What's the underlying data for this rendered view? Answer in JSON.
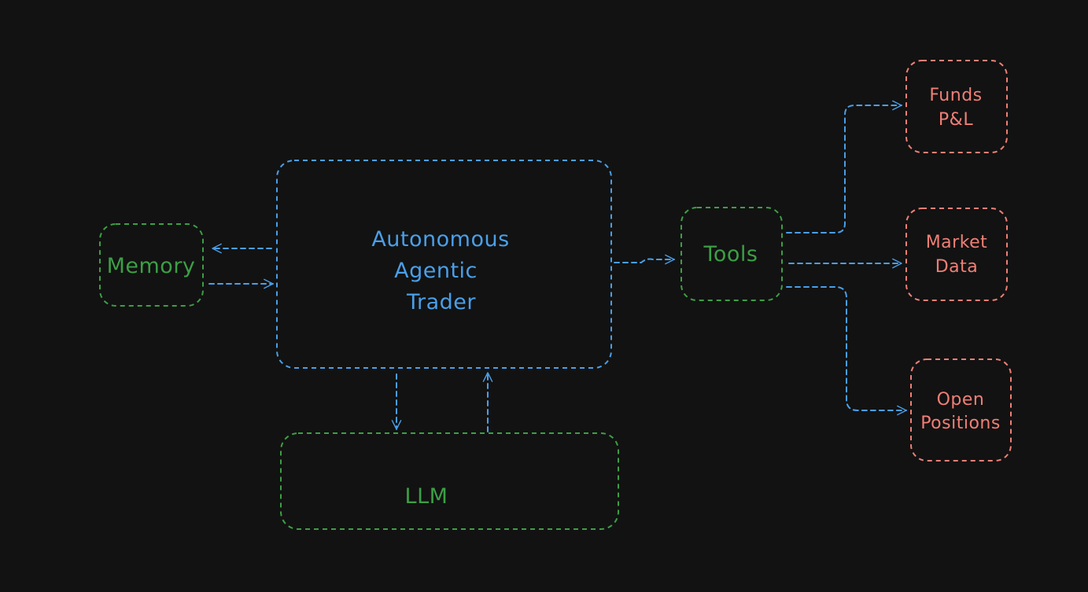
{
  "colors": {
    "background": "#121212",
    "blue": "#4a9fe8",
    "green": "#3c9f45",
    "red": "#f07f76"
  },
  "nodes": {
    "trader": {
      "line1": "Autonomous",
      "line2": "Agentic",
      "line3": "Trader"
    },
    "memory": {
      "label": "Memory"
    },
    "llm": {
      "label": "LLM"
    },
    "tools": {
      "label": "Tools"
    },
    "funds": {
      "line1": "Funds",
      "line2": "P&L"
    },
    "market": {
      "line1": "Market",
      "line2": "Data"
    },
    "positions": {
      "line1": "Open",
      "line2": "Positions"
    }
  },
  "edges": [
    {
      "from": "trader",
      "to": "memory"
    },
    {
      "from": "memory",
      "to": "trader"
    },
    {
      "from": "trader",
      "to": "llm"
    },
    {
      "from": "llm",
      "to": "trader"
    },
    {
      "from": "trader",
      "to": "tools"
    },
    {
      "from": "tools",
      "to": "funds"
    },
    {
      "from": "tools",
      "to": "market"
    },
    {
      "from": "tools",
      "to": "positions"
    }
  ]
}
